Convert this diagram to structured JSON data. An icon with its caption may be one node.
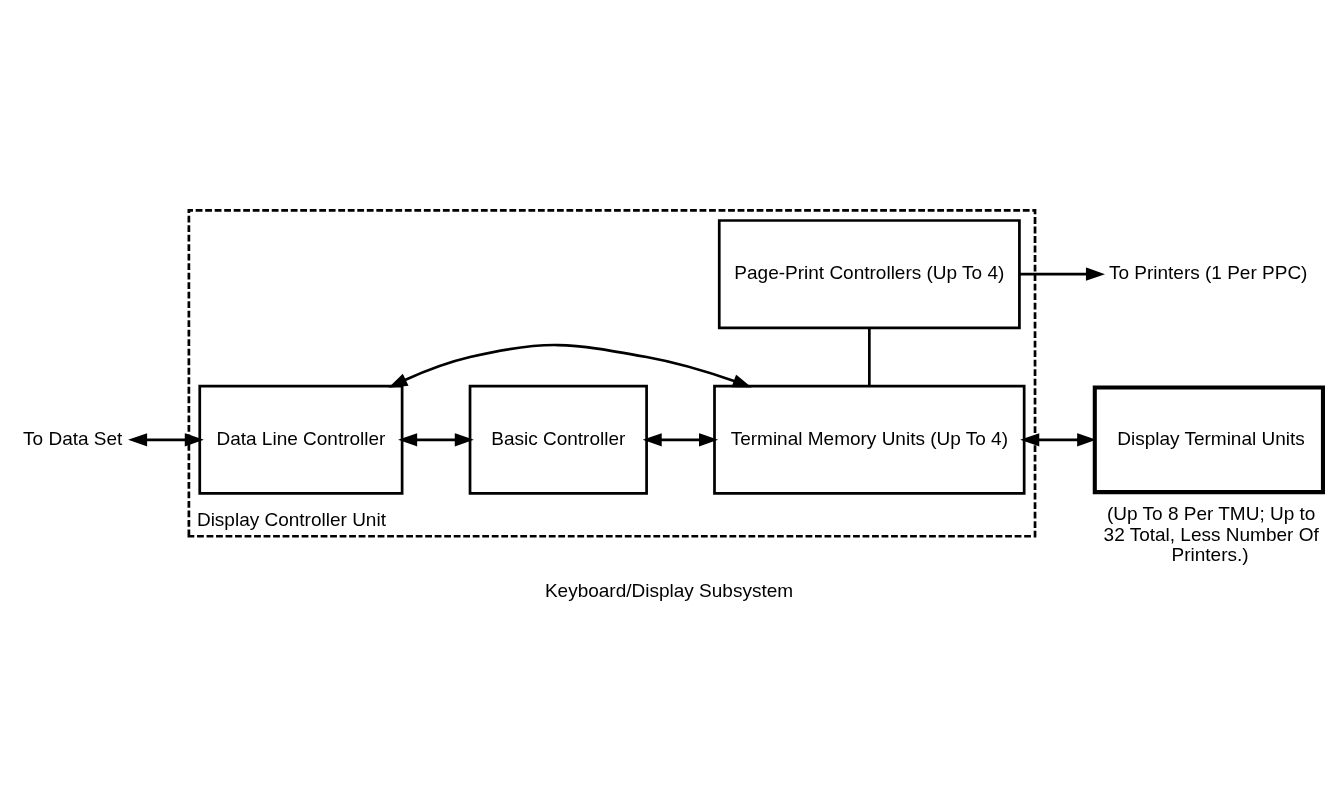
{
  "diagram": {
    "caption": "Keyboard/Display Subsystem",
    "nodes": [
      {
        "text": [
          "Display Controller Unit"
        ]
      },
      {
        "text": [
          "Data Line Controller"
        ],
        "in": 0
      },
      {
        "text": [
          "Basic Controller"
        ],
        "in": 0
      },
      {
        "text": [
          "Terminal Memory Units (Up To 4)"
        ],
        "in": 0
      },
      {
        "text": [
          "Display Terminal Units"
        ],
        "beside": [
          "(Up To 8 Per TMU; Up to 32 Total, Less Number Of Printers.)"
        ]
      },
      {
        "text": [
          "Page-Print Controllers (Up To 4)"
        ],
        "in": 0
      },
      {
        "text": [
          "To Data Set"
        ]
      },
      {
        "text": [
          "To Printers (1 Per PPC)"
        ]
      }
    ],
    "edges": [
      {
        "from": 6,
        "to": 1,
        "arrow": "both"
      },
      {
        "from": 1,
        "to": 2,
        "arrow": "both"
      },
      {
        "from": 2,
        "to": 3,
        "arrow": "both"
      },
      {
        "from": 1,
        "to": 3,
        "arrow": "both"
      },
      {
        "from": 3,
        "to": 4,
        "arrow": "both"
      },
      {
        "from": 3,
        "to": 5,
        "arrow": "none"
      },
      {
        "from": 5,
        "to": 7,
        "arrow": "to"
      }
    ]
  }
}
